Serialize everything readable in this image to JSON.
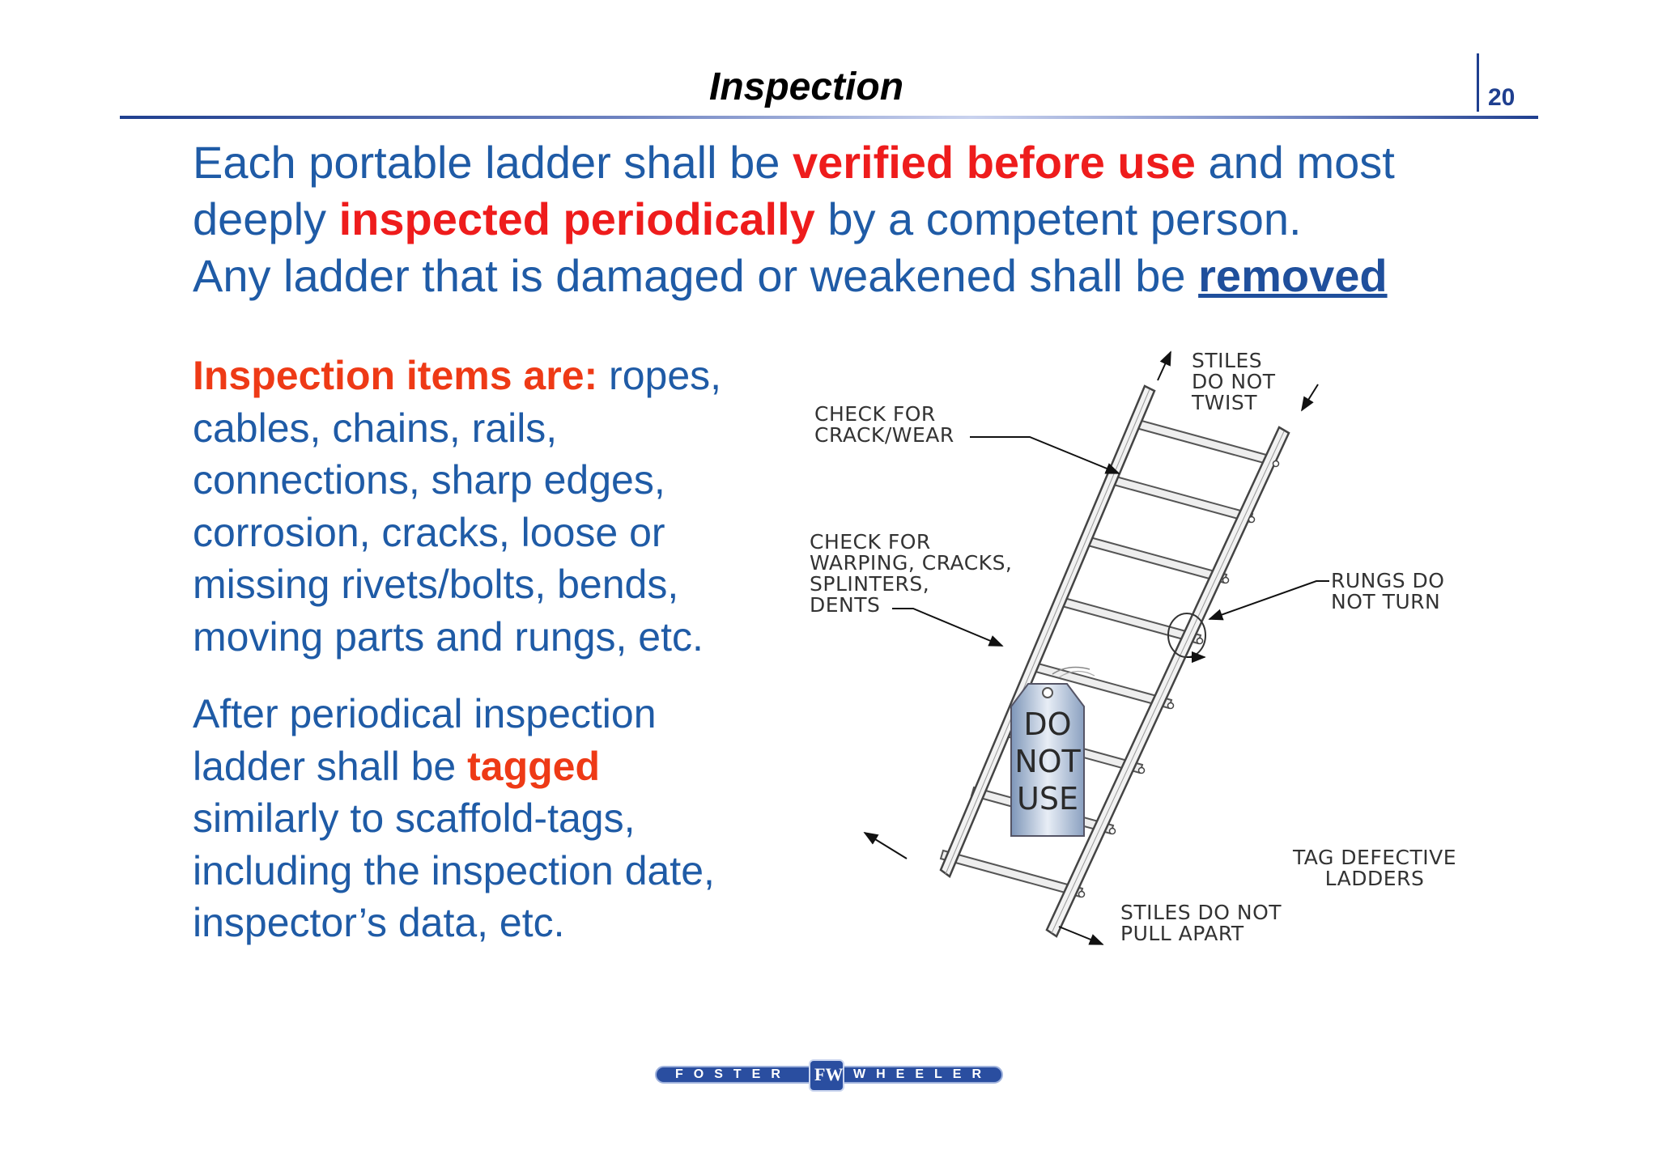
{
  "header": {
    "title": "Inspection",
    "page_number": "20"
  },
  "intro": {
    "l1_a": "Each portable ladder shall be ",
    "l1_b": "verified before use",
    "l1_c": " and most",
    "l2_a": "deeply ",
    "l2_b": "inspected periodically",
    "l2_c": " by a competent person.",
    "l3_a": "Any ladder that is damaged or weakened shall be ",
    "l3_b": "removed"
  },
  "items_paragraph": {
    "lead": "Inspection items are:",
    "l1_rest": " ropes,",
    "l2": "cables, chains, rails,",
    "l3": "connections, sharp edges,",
    "l4": "corrosion, cracks, loose or",
    "l5": "missing rivets/bolts, bends,",
    "l6": "moving parts and rungs, etc."
  },
  "tag_paragraph": {
    "l1": "After periodical inspection",
    "l2_a": "ladder shall be ",
    "l2_b": "tagged",
    "l3": "similarly to scaffold-tags,",
    "l4": "including the inspection date,",
    "l5": "inspector’s data, etc."
  },
  "figure": {
    "stiles_twist": [
      "STILES",
      "DO NOT",
      "TWIST"
    ],
    "check_crack": [
      "CHECK FOR",
      "CRACK/WEAR"
    ],
    "check_warping": [
      "CHECK FOR",
      "WARPING, CRACKS,",
      "SPLINTERS,",
      "DENTS"
    ],
    "rungs_turn": [
      "RUNGS DO",
      "NOT TURN"
    ],
    "tag_words": [
      "DO",
      "NOT",
      "USE"
    ],
    "tag_caption": [
      "TAG DEFECTIVE",
      "LADDERS"
    ],
    "stiles_pull": [
      "STILES DO NOT",
      "PULL APART"
    ]
  },
  "logo": {
    "left_word": "FOSTER",
    "right_word": "WHEELER",
    "emblem": "FW"
  },
  "colors": {
    "body_blue": "#1f5ba6",
    "emphasis_red": "#ee1c1c",
    "emphasis_orange": "#ee3a16",
    "header_navy": "#1f3f8f"
  }
}
